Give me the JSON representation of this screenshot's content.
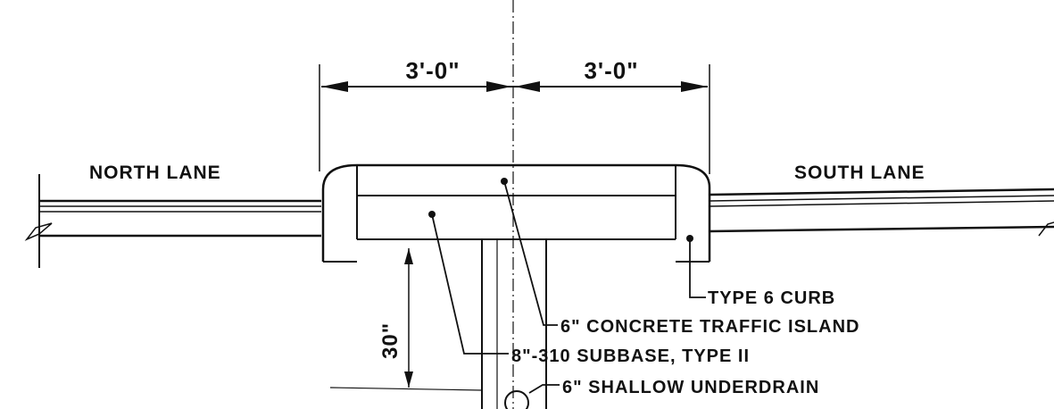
{
  "dimensions": {
    "left_width": "3'-0\"",
    "right_width": "3'-0\"",
    "depth": "30\""
  },
  "lanes": {
    "north": "NORTH LANE",
    "south": "SOUTH LANE"
  },
  "callouts": {
    "curb": "TYPE 6 CURB",
    "island": "6\" CONCRETE TRAFFIC ISLAND",
    "subbase": "8\"-310 SUBBASE, TYPE II",
    "underdrain": "6\" SHALLOW UNDERDRAIN"
  }
}
